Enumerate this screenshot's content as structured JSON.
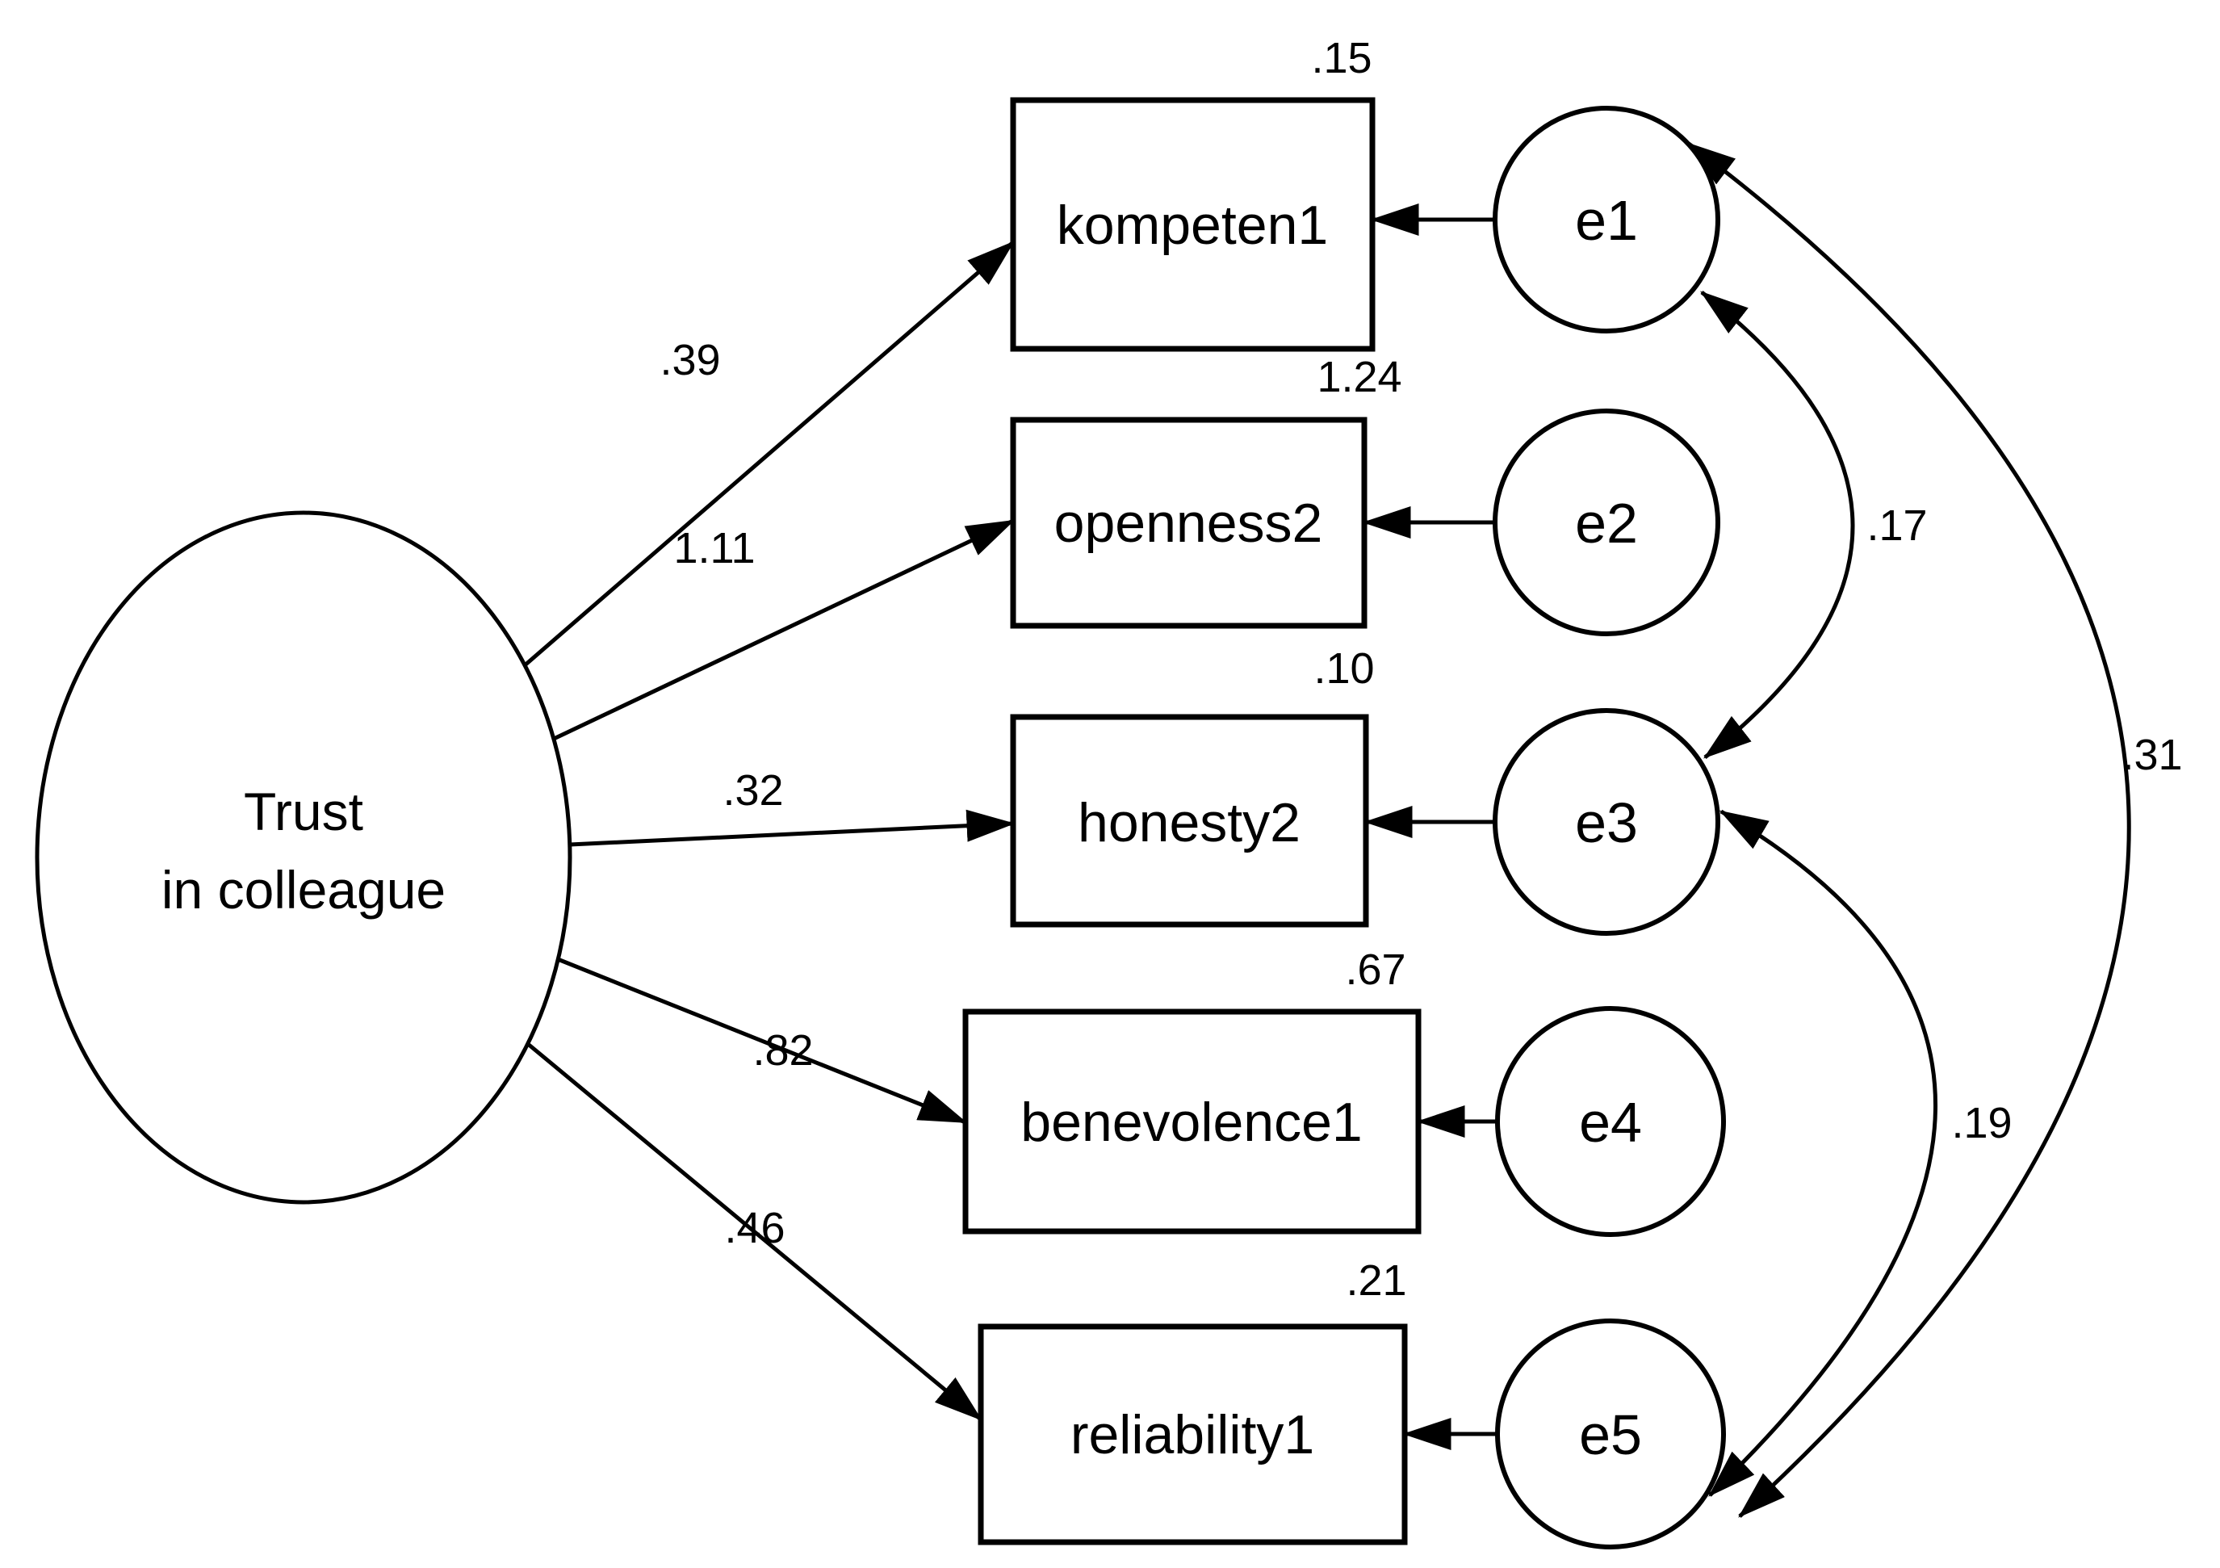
{
  "figure": {
    "type": "sem-path-diagram",
    "background_color": "#ffffff",
    "line_color": "#000000"
  },
  "latent": {
    "label_line1": "Trust",
    "label_line2": "in colleague"
  },
  "indicators": [
    {
      "name": "kompeten1",
      "loading": ".39",
      "variance": ".15",
      "error": "e1"
    },
    {
      "name": "openness2",
      "loading": "1.11",
      "variance": "1.24",
      "error": "e2"
    },
    {
      "name": "honesty2",
      "loading": ".32",
      "variance": ".10",
      "error": "e3"
    },
    {
      "name": "benevolence1",
      "loading": ".82",
      "variance": ".67",
      "error": "e4"
    },
    {
      "name": "reliability1",
      "loading": ".46",
      "variance": ".21",
      "error": "e5"
    }
  ],
  "correlations": [
    {
      "between": "e1-e3",
      "value": ".17"
    },
    {
      "between": "e3-e5",
      "value": ".19"
    },
    {
      "between": "e1-e5",
      "value": ".31"
    }
  ]
}
